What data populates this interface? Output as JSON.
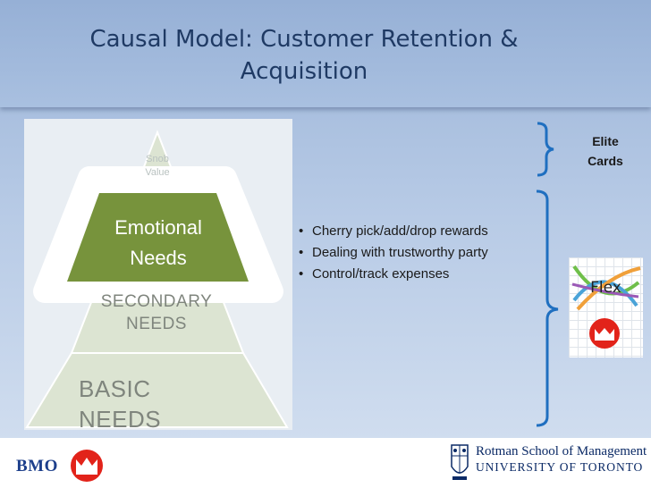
{
  "slide": {
    "title_line1": "Causal Model: Customer Retention &",
    "title_line2": "Acquisition"
  },
  "pyramid": {
    "levels": {
      "snob_line1": "Snob",
      "snob_line2": "Value",
      "emotional_line1": "Emotional",
      "emotional_line2": "Needs",
      "secondary_line1": "SECONDARY",
      "secondary_line2": "NEEDS",
      "basic": "BASIC NEEDS"
    },
    "colors": {
      "emotional_fill": "#77933c",
      "tier_fill": "#dce4d2",
      "panel": "#e9eef3"
    }
  },
  "bullets": [
    "Cherry pick/add/drop rewards",
    "Dealing with trustworthy party",
    "Control/track expenses"
  ],
  "right_panel": {
    "elite_line1": "Elite",
    "elite_line2": "Cards",
    "flex_card_label": "Flex",
    "flex_card_icons": [
      "flex-arrows-icon",
      "bmo-roundel-icon"
    ]
  },
  "footer": {
    "bmo_logo_text": "BMO",
    "rotman_line1": "Rotman School of Management",
    "rotman_line2": "UNIVERSITY OF TORONTO",
    "brand_colors": {
      "bmo_red": "#e2231a",
      "bmo_blue": "#1d3f8b",
      "uoft_blue": "#0b2a66"
    }
  }
}
